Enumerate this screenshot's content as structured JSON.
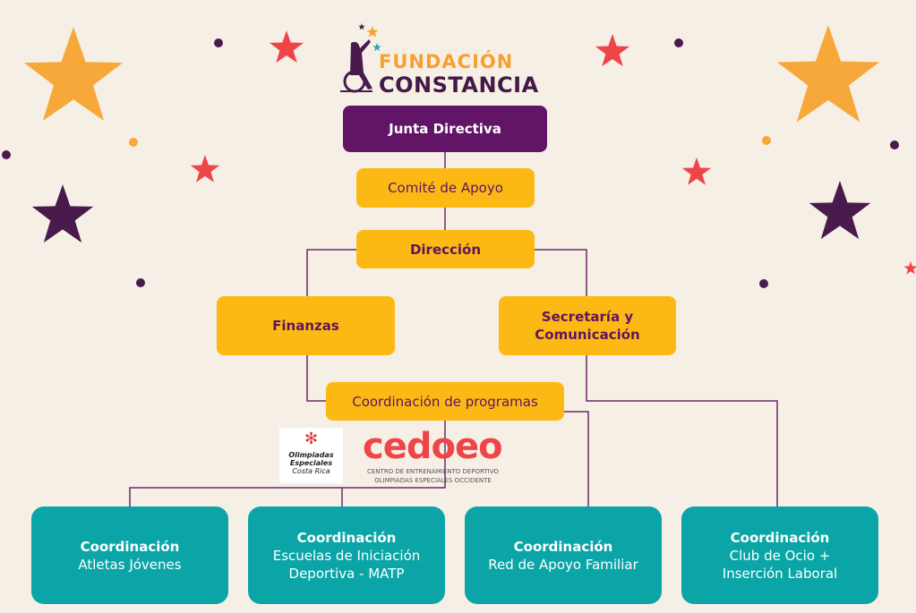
{
  "logo": {
    "line1": "FUNDACIÓN",
    "line2": "CONSTANCIA"
  },
  "nodes": {
    "junta": "Junta Directiva",
    "comite": "Comité de Apoyo",
    "direccion": "Dirección",
    "finanzas": "Finanzas",
    "secretaria": "Secretaría y Comunicación",
    "coord_programas": "Coordinación de programas"
  },
  "partners": {
    "olimpiadas": {
      "line1": "Olimpiadas",
      "line2": "Especiales",
      "line3": "Costa Rica"
    },
    "cedoeo": {
      "name": "cedoeo",
      "sub1": "CENTRO DE ENTRENAMIENTO DEPORTIVO",
      "sub2": "OLIMPIADAS ESPECIALES OCCIDENTE"
    }
  },
  "coordinations": [
    {
      "title": "Coordinación",
      "desc": "Atletas Jóvenes"
    },
    {
      "title": "Coordinación",
      "desc": "Escuelas de Iniciación Deportiva - MATP"
    },
    {
      "title": "Coordinación",
      "desc": "Red de Apoyo Familiar"
    },
    {
      "title": "Coordinación",
      "desc": "Club de Ocio + Inserción Laboral"
    }
  ]
}
